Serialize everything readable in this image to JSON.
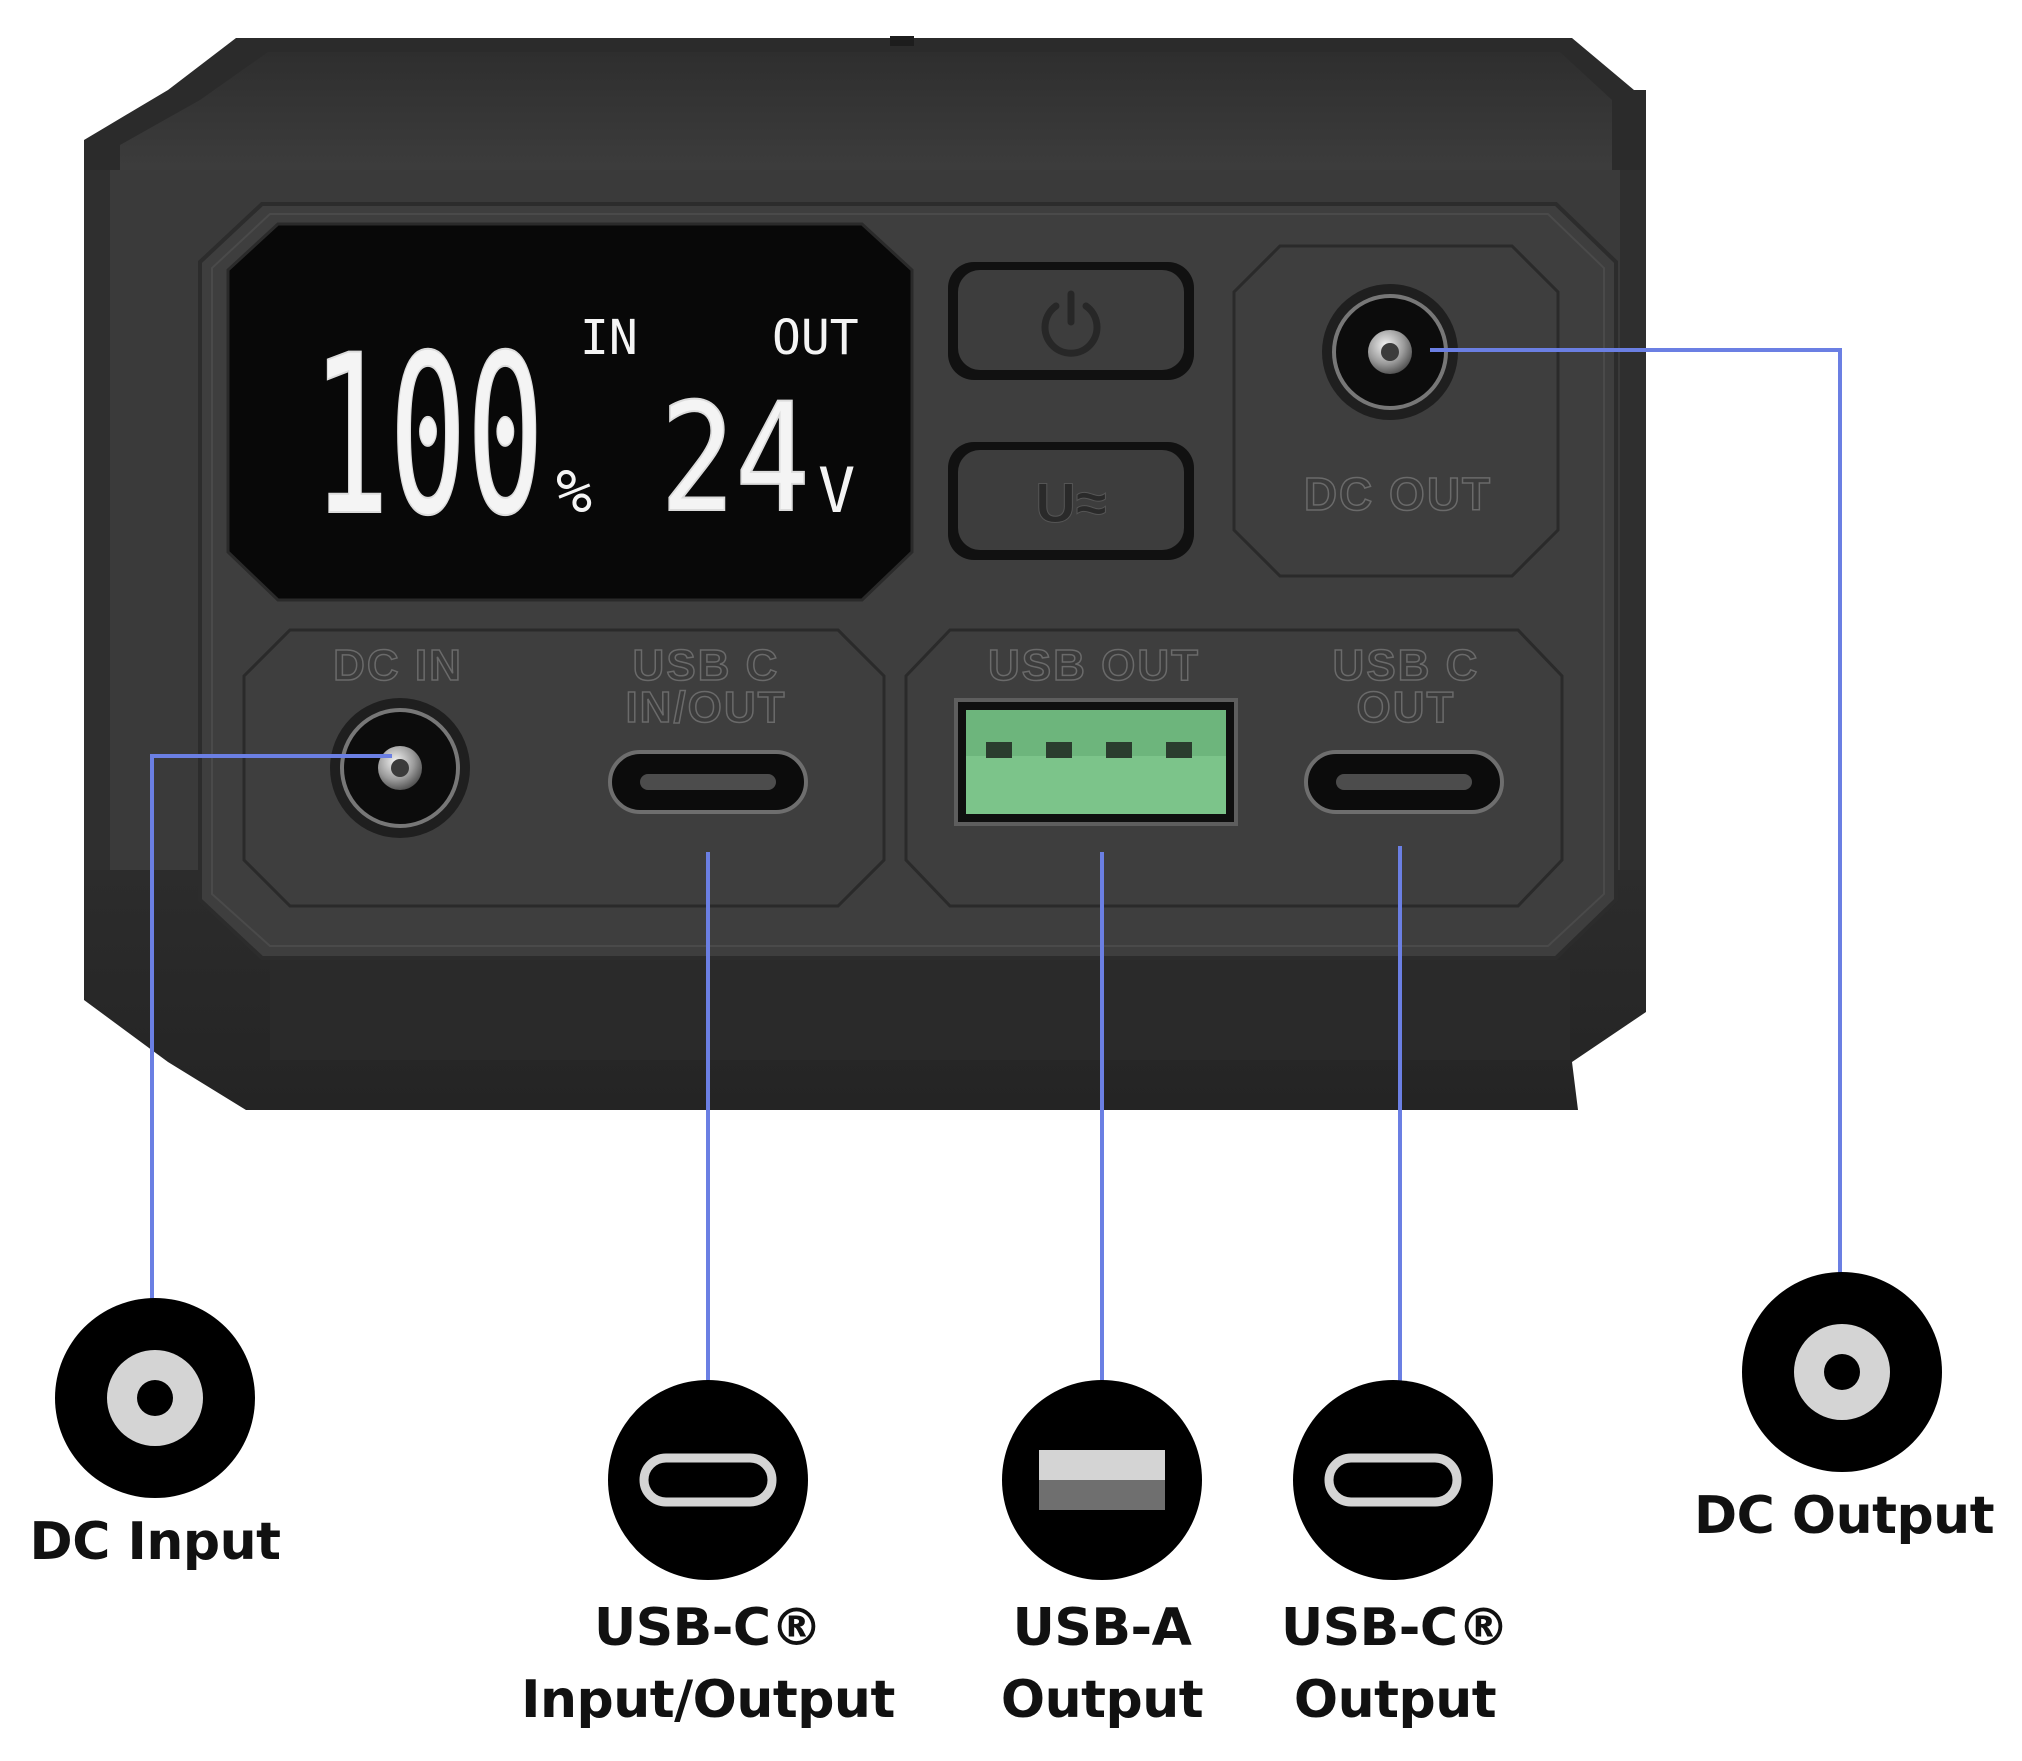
{
  "device": {
    "display": {
      "battery_value": "100",
      "battery_unit": "%",
      "in_label": "IN",
      "out_label": "OUT",
      "voltage_value": "24",
      "voltage_unit": "V"
    },
    "buttons": {
      "power_icon": "power-icon",
      "voltage_icon": "voltage-mode-icon",
      "voltage_text": "U≈"
    },
    "panel_labels": {
      "dc_out": "DC OUT",
      "dc_in": "DC IN",
      "usbc_inout_line1": "USB C",
      "usbc_inout_line2": "IN/OUT",
      "usb_out": "USB OUT",
      "usbc_out_line1": "USB C",
      "usbc_out_line2": "OUT"
    },
    "colors": {
      "body": "#3a3a3a",
      "callout_line": "#6b7fe3",
      "usb_a_insert": "#7cc48a"
    }
  },
  "callouts": [
    {
      "id": "dc-input",
      "icon": "dc-barrel-icon",
      "label_line1": "DC Input",
      "label_line2": ""
    },
    {
      "id": "usbc-input-output",
      "icon": "usb-c-icon",
      "label_line1": "USB-C®",
      "label_line2": "Input/Output"
    },
    {
      "id": "usba-output",
      "icon": "usb-a-icon",
      "label_line1": "USB-A",
      "label_line2": "Output"
    },
    {
      "id": "usbc-output",
      "icon": "usb-c-icon",
      "label_line1": "USB-C®",
      "label_line2": "Output"
    },
    {
      "id": "dc-output",
      "icon": "dc-barrel-icon",
      "label_line1": "DC Output",
      "label_line2": ""
    }
  ]
}
